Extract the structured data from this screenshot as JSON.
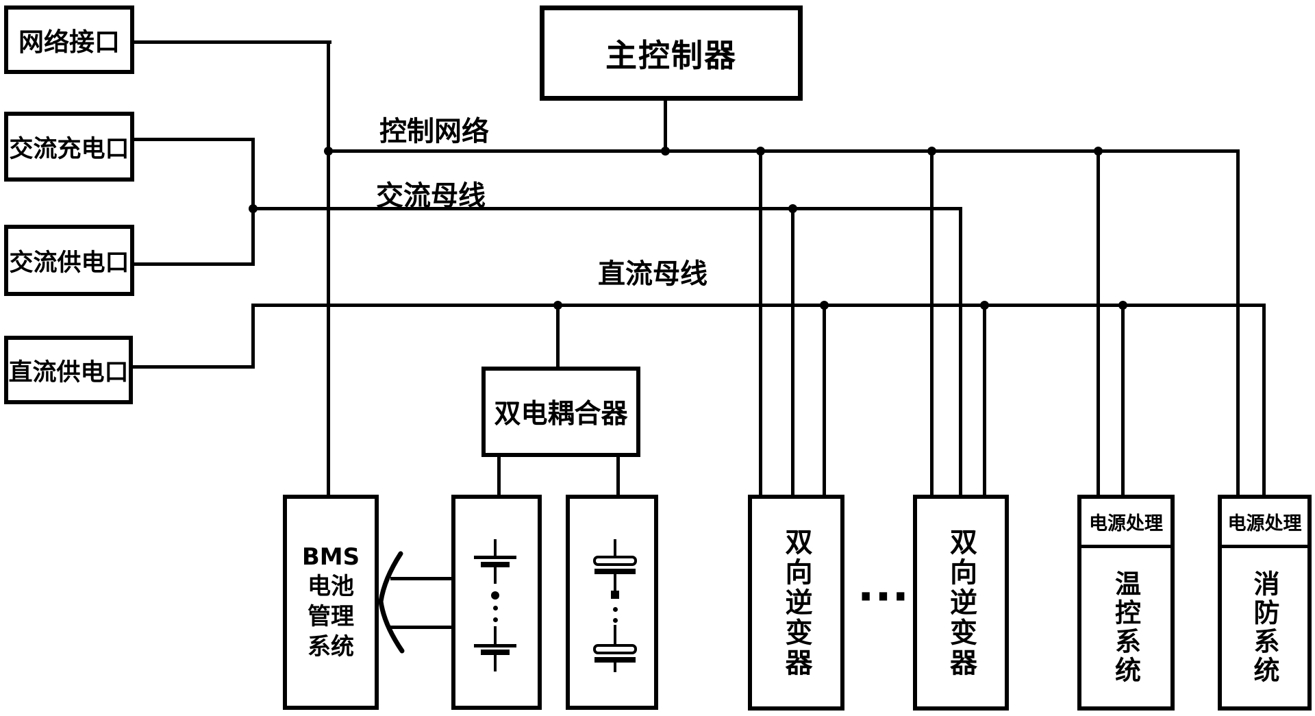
{
  "colors": {
    "line": "#000000",
    "background": "#ffffff"
  },
  "ports": {
    "network": "网络接口",
    "ac_charge": "交流充电口",
    "ac_supply": "交流供电口",
    "dc_supply": "直流供电口"
  },
  "main_controller": "主控制器",
  "bus_labels": {
    "control": "控制网络",
    "ac": "交流母线",
    "dc": "直流母线"
  },
  "coupler": "双电耦合器",
  "bms": "BMS\n电池\n管理\n系统",
  "inverter_left": "双向逆变器",
  "inverter_right": "双向逆变器",
  "ellipsis": "···",
  "thermal": {
    "header": "电源处理",
    "label": "温控系统"
  },
  "fire": {
    "header": "电源处理",
    "label": "消防系统"
  }
}
